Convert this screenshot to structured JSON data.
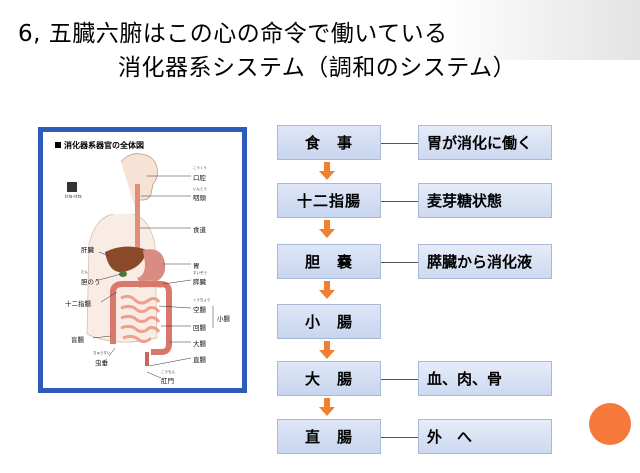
{
  "title": {
    "line1": "6, 五臓六腑はこの心の命令で働いている",
    "line2": "消化器系システム（調和のシステム）"
  },
  "figure": {
    "caption": "消化器系器官の全体図",
    "logo_text": "iris-iris",
    "labels": [
      {
        "key": "mouth",
        "text": "口腔",
        "ruby": "こうくう"
      },
      {
        "key": "pharynx",
        "text": "咽頭",
        "ruby": "いんとう"
      },
      {
        "key": "esophagus",
        "text": "食道",
        "ruby": ""
      },
      {
        "key": "liver",
        "text": "肝臓",
        "ruby": ""
      },
      {
        "key": "stomach",
        "text": "胃",
        "ruby": ""
      },
      {
        "key": "gallbladder",
        "text": "胆のう",
        "ruby": "たん"
      },
      {
        "key": "pancreas",
        "text": "膵臓",
        "ruby": "すいぞう"
      },
      {
        "key": "duodenum",
        "text": "十二指腸",
        "ruby": ""
      },
      {
        "key": "jejunum",
        "text": "空腸",
        "ruby": "くうちょう"
      },
      {
        "key": "small_intestine",
        "text": "小腸",
        "ruby": ""
      },
      {
        "key": "ileum",
        "text": "回腸",
        "ruby": ""
      },
      {
        "key": "cecum",
        "text": "盲腸",
        "ruby": ""
      },
      {
        "key": "large_intestine",
        "text": "大腸",
        "ruby": ""
      },
      {
        "key": "appendix",
        "text": "虫垂",
        "ruby": "ちゅうすい"
      },
      {
        "key": "rectum",
        "text": "直腸",
        "ruby": ""
      },
      {
        "key": "anus",
        "text": "肛門",
        "ruby": "こうもん"
      }
    ]
  },
  "flow": {
    "steps": [
      {
        "label": "食　事",
        "desc": "胃が消化に働く"
      },
      {
        "label": "十二指腸",
        "desc": "麦芽糖状態"
      },
      {
        "label": "胆　嚢",
        "desc": "膵臓から消化液"
      },
      {
        "label": "小　腸",
        "desc": ""
      },
      {
        "label": "大　腸",
        "desc": "血、肉、骨"
      },
      {
        "label": "直　腸",
        "desc": "外　へ"
      }
    ]
  },
  "colors": {
    "frame_blue": "#2e5cb8",
    "arrow_orange": "#f08030",
    "box_blue": "#c8d5ef",
    "dot_orange": "#f4793b"
  }
}
